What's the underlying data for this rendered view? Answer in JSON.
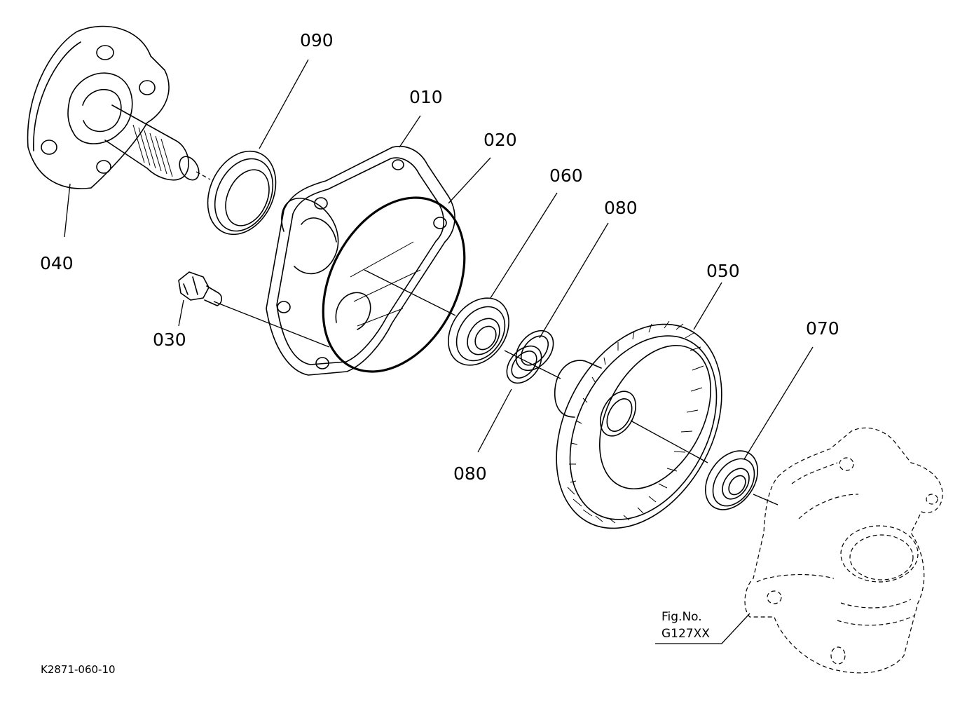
{
  "callouts": {
    "c010": "010",
    "c020": "020",
    "c030": "030",
    "c040": "040",
    "c050": "050",
    "c060": "060",
    "c070": "070",
    "c080_top": "080",
    "c080_bottom": "080",
    "c090": "090"
  },
  "reference": {
    "fig_line1": "Fig.No.",
    "fig_line2": "G127XX"
  },
  "drawing_code": "K2871-060-10"
}
